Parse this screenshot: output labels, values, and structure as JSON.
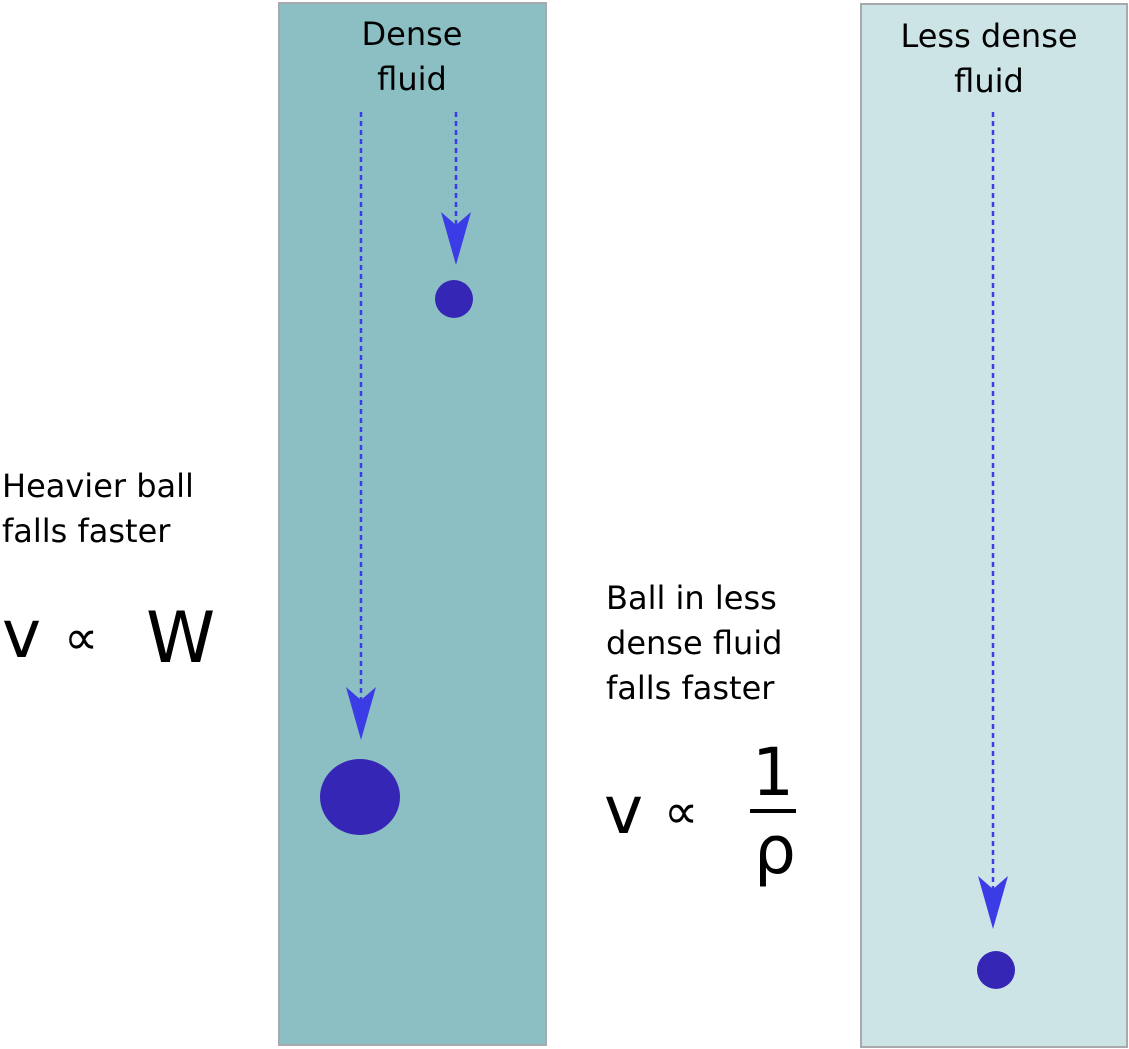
{
  "colors": {
    "dense_fluid": "#8bbfc4",
    "less_dense_fluid": "#cde4e7",
    "container_border": "#a7a9ac",
    "ball": "#3526b5",
    "arrow": "#3c3ce6",
    "text": "#000000"
  },
  "dense_fluid": {
    "label_line1": "Dense",
    "label_line2": "fluid"
  },
  "less_dense_fluid": {
    "label_line1": "Less dense",
    "label_line2": "fluid"
  },
  "weight_caption": {
    "line1": "Heavier ball",
    "line2": "falls faster"
  },
  "weight_formula": {
    "lhs": "v",
    "relation": "∝",
    "rhs": "W"
  },
  "density_caption": {
    "line1": "Ball in less",
    "line2": "dense fluid",
    "line3": "falls faster"
  },
  "density_formula": {
    "lhs": "v",
    "relation": "∝",
    "numerator": "1",
    "denominator": "ρ"
  }
}
